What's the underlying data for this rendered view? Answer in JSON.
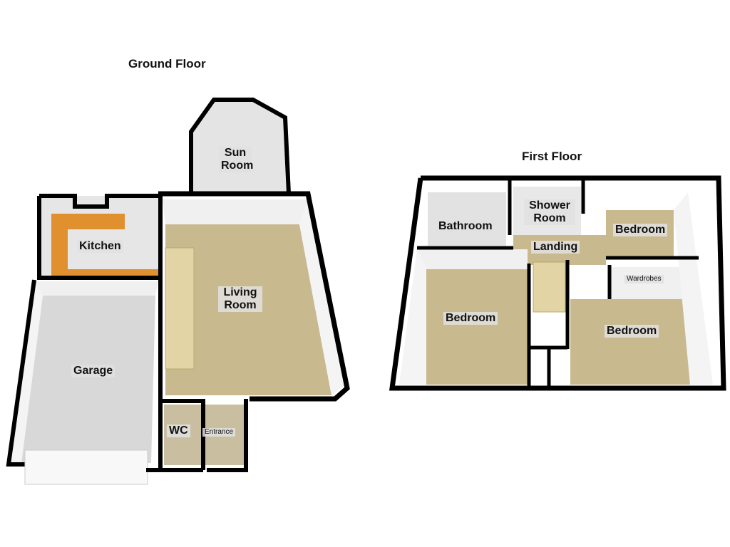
{
  "ground_floor": {
    "title": "Ground Floor",
    "rooms": {
      "sun_room": "Sun Room",
      "kitchen": "Kitchen",
      "living_room": "Living Room",
      "garage": "Garage",
      "wc": "WC",
      "entrance": "Entrance"
    }
  },
  "first_floor": {
    "title": "First Floor",
    "rooms": {
      "bathroom": "Bathroom",
      "shower_room": "Shower Room",
      "bedroom_top": "Bedroom",
      "landing": "Landing",
      "wardrobes": "Wardrobes",
      "bedroom_left": "Bedroom",
      "bedroom_right": "Bedroom"
    }
  },
  "colors": {
    "floor": "#c8b98e",
    "wall": "#000000",
    "wall_face": "#f2f2f2",
    "tile": "#dcdcdc",
    "counter": "#e0902e"
  }
}
